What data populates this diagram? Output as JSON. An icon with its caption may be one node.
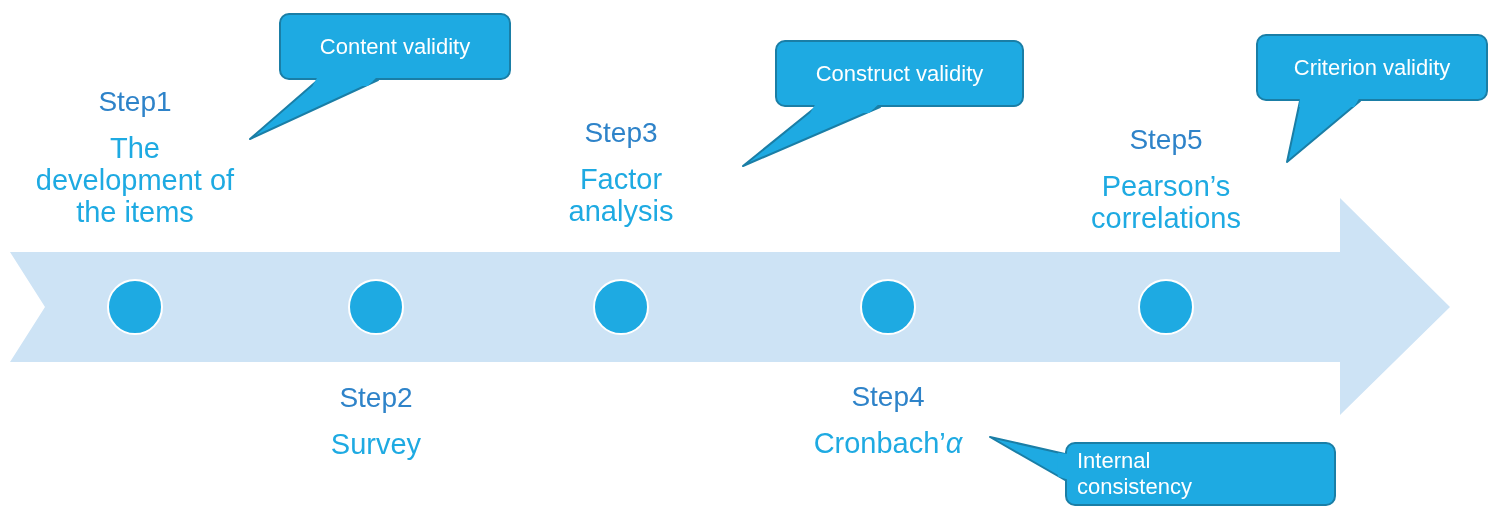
{
  "diagram": {
    "nodes": [
      {
        "text": [
          "Step1",
          "The development of the items"
        ]
      },
      {
        "text": [
          "Content validity"
        ]
      },
      {
        "text": [
          "Step2",
          "Survey"
        ]
      },
      {
        "text": [
          "Step3",
          "Factor analysis"
        ]
      },
      {
        "text": [
          "Construct validity"
        ]
      },
      {
        "text": [
          "Step4",
          "Cronbach’*α*"
        ]
      },
      {
        "text": [
          "Internal consistency"
        ]
      },
      {
        "text": [
          "Step5",
          "Pearson’s correlations"
        ]
      },
      {
        "text": [
          "Criterion validity"
        ]
      }
    ]
  }
}
